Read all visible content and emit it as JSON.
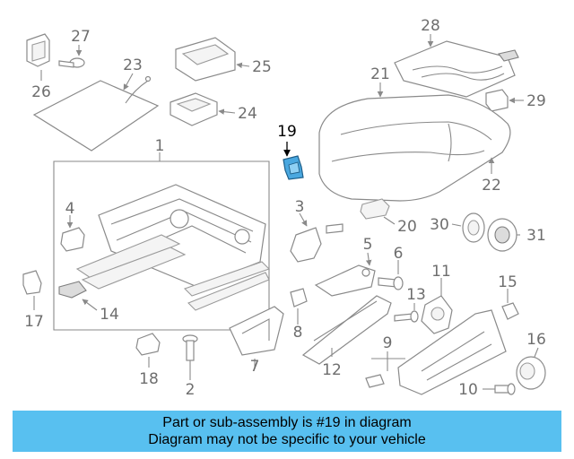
{
  "highlight": {
    "callout": "19",
    "color": "#4aa8e0"
  },
  "callouts": {
    "p1": "1",
    "p2": "2",
    "p3": "3",
    "p4": "4",
    "p5": "5",
    "p6": "6",
    "p7": "7",
    "p8": "8",
    "p9": "9",
    "p10": "10",
    "p11": "11",
    "p12": "12",
    "p13": "13",
    "p14": "14",
    "p15": "15",
    "p16": "16",
    "p17": "17",
    "p18": "18",
    "p19": "19",
    "p20": "20",
    "p21": "21",
    "p22": "22",
    "p23": "23",
    "p24": "24",
    "p25": "25",
    "p26": "26",
    "p27": "27",
    "p28": "28",
    "p29": "29",
    "p30": "30",
    "p31": "31"
  },
  "banner": {
    "line1": "Part or sub-assembly is #19 in diagram",
    "line2": "Diagram may not be specific to your vehicle",
    "background": "#58c0f0"
  }
}
